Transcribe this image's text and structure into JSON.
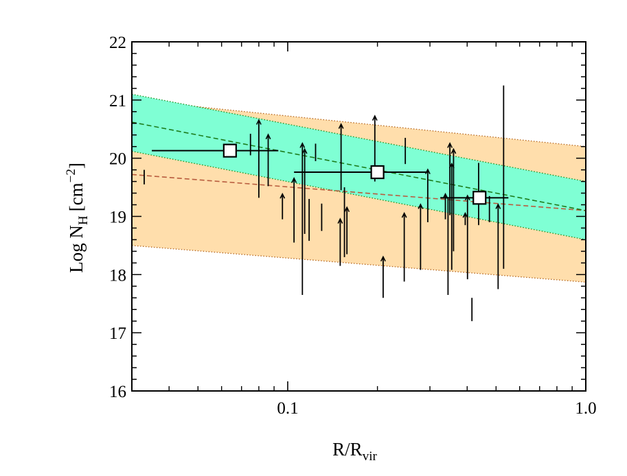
{
  "chart_data": {
    "type": "scatter",
    "xscale": "log",
    "xlim": [
      0.03,
      1.0
    ],
    "ylim": [
      16,
      22
    ],
    "xlabel": "R/R",
    "xlabel_sub": "vir",
    "ylabel": "Log N",
    "ylabel_sub": "H",
    "ylabel_unit": "[cm",
    "ylabel_exp": "−2",
    "ylabel_close": "]",
    "xtick_labels": [
      {
        "value": 0.1,
        "label": "0.1"
      },
      {
        "value": 1.0,
        "label": "1.0"
      }
    ],
    "ytick_labels": [
      {
        "value": 16,
        "label": "16"
      },
      {
        "value": 17,
        "label": "17"
      },
      {
        "value": 18,
        "label": "18"
      },
      {
        "value": 19,
        "label": "19"
      },
      {
        "value": 20,
        "label": "20"
      },
      {
        "value": 21,
        "label": "21"
      },
      {
        "value": 22,
        "label": "22"
      }
    ],
    "grid": false,
    "colors": {
      "band_orange": "#ffdeac",
      "band_teal": "#7fffd4",
      "orange_edge": "#b5651d",
      "teal_edge": "#1a8c1a",
      "fit_orange": "#b85c3e",
      "fit_green": "#1c7d1c"
    },
    "bands": [
      {
        "name": "orange-band",
        "x": [
          0.03,
          1.0
        ],
        "upper": [
          21.0,
          20.2
        ],
        "lower": [
          18.5,
          17.87
        ],
        "fit": [
          19.72,
          19.1
        ]
      },
      {
        "name": "teal-band",
        "x": [
          0.03,
          1.0
        ],
        "upper": [
          21.1,
          19.6
        ],
        "lower": [
          20.12,
          18.6
        ],
        "fit": [
          20.62,
          19.1
        ]
      }
    ],
    "binned_points": [
      {
        "x": 0.064,
        "y": 20.13,
        "xerr": [
          0.035,
          0.093
        ]
      },
      {
        "x": 0.2,
        "y": 19.76,
        "xerr": [
          0.105,
          0.295
        ]
      },
      {
        "x": 0.44,
        "y": 19.32,
        "xerr": [
          0.325,
          0.55
        ]
      }
    ],
    "detections": [
      {
        "x": 0.033,
        "ylo": 19.55,
        "yhi": 19.8
      },
      {
        "x": 0.075,
        "ylo": 20.05,
        "yhi": 20.42
      },
      {
        "x": 0.118,
        "ylo": 18.58,
        "yhi": 19.3
      },
      {
        "x": 0.124,
        "ylo": 19.95,
        "yhi": 20.25
      },
      {
        "x": 0.13,
        "ylo": 18.75,
        "yhi": 19.22
      },
      {
        "x": 0.155,
        "ylo": 18.3,
        "yhi": 19.5
      },
      {
        "x": 0.248,
        "ylo": 19.9,
        "yhi": 20.35
      },
      {
        "x": 0.345,
        "ylo": 17.65,
        "yhi": 19.32
      },
      {
        "x": 0.415,
        "ylo": 17.2,
        "yhi": 17.6
      },
      {
        "x": 0.437,
        "ylo": 18.85,
        "yhi": 19.92
      },
      {
        "x": 0.475,
        "ylo": 18.9,
        "yhi": 19.35
      },
      {
        "x": 0.53,
        "ylo": 18.1,
        "yhi": 21.25
      }
    ],
    "lower_limits": [
      {
        "x": 0.08,
        "ylo": 19.32,
        "yhi": 20.65
      },
      {
        "x": 0.086,
        "ylo": 19.52,
        "yhi": 20.4
      },
      {
        "x": 0.096,
        "ylo": 18.95,
        "yhi": 19.38
      },
      {
        "x": 0.105,
        "ylo": 18.55,
        "yhi": 19.65
      },
      {
        "x": 0.112,
        "ylo": 17.65,
        "yhi": 20.25
      },
      {
        "x": 0.114,
        "ylo": 18.7,
        "yhi": 20.15
      },
      {
        "x": 0.15,
        "ylo": 18.15,
        "yhi": 18.95
      },
      {
        "x": 0.151,
        "ylo": 19.45,
        "yhi": 20.58
      },
      {
        "x": 0.158,
        "ylo": 18.35,
        "yhi": 19.15
      },
      {
        "x": 0.196,
        "ylo": 19.6,
        "yhi": 20.72
      },
      {
        "x": 0.209,
        "ylo": 17.6,
        "yhi": 18.3
      },
      {
        "x": 0.246,
        "ylo": 17.88,
        "yhi": 19.05
      },
      {
        "x": 0.279,
        "ylo": 18.08,
        "yhi": 19.2
      },
      {
        "x": 0.295,
        "ylo": 18.9,
        "yhi": 19.8
      },
      {
        "x": 0.338,
        "ylo": 18.95,
        "yhi": 19.38
      },
      {
        "x": 0.35,
        "ylo": 19.02,
        "yhi": 20.25
      },
      {
        "x": 0.355,
        "ylo": 18.08,
        "yhi": 19.9
      },
      {
        "x": 0.36,
        "ylo": 18.4,
        "yhi": 20.15
      },
      {
        "x": 0.394,
        "ylo": 18.85,
        "yhi": 19.05
      },
      {
        "x": 0.401,
        "ylo": 17.92,
        "yhi": 19.35
      },
      {
        "x": 0.508,
        "ylo": 17.75,
        "yhi": 19.2
      }
    ]
  }
}
